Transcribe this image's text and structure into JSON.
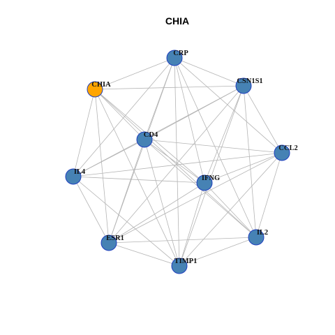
{
  "title": "CHIA",
  "colors": {
    "focus": "#FFA500",
    "node": "#4682B4",
    "edge": "#B4B4B4",
    "node_border": "#1F3FBF"
  },
  "nodes": [
    {
      "id": "CRP",
      "label": "CRP",
      "focus": false
    },
    {
      "id": "CHIA",
      "label": "CHIA",
      "focus": true
    },
    {
      "id": "CSN1S1",
      "label": "CSN1S1",
      "focus": false
    },
    {
      "id": "CD4",
      "label": "CD4",
      "focus": false
    },
    {
      "id": "CCL2",
      "label": "CCL2",
      "focus": false
    },
    {
      "id": "IL4",
      "label": "IL4",
      "focus": false
    },
    {
      "id": "IFNG",
      "label": "IFNG",
      "focus": false
    },
    {
      "id": "IL2",
      "label": "IL2",
      "focus": false
    },
    {
      "id": "ESR1",
      "label": "ESR1",
      "focus": false
    },
    {
      "id": "TIMP1",
      "label": "TIMP1",
      "focus": false
    }
  ],
  "edges": [
    [
      "CRP",
      "CHIA"
    ],
    [
      "CRP",
      "CSN1S1"
    ],
    [
      "CRP",
      "CD4"
    ],
    [
      "CRP",
      "CCL2"
    ],
    [
      "CRP",
      "IL4"
    ],
    [
      "CRP",
      "IFNG"
    ],
    [
      "CRP",
      "IL2"
    ],
    [
      "CRP",
      "ESR1"
    ],
    [
      "CRP",
      "TIMP1"
    ],
    [
      "CHIA",
      "CSN1S1"
    ],
    [
      "CHIA",
      "CD4"
    ],
    [
      "CHIA",
      "IFNG"
    ],
    [
      "CHIA",
      "IL2"
    ],
    [
      "CHIA",
      "IL4"
    ],
    [
      "CHIA",
      "ESR1"
    ],
    [
      "CHIA",
      "TIMP1"
    ],
    [
      "CSN1S1",
      "CD4"
    ],
    [
      "CSN1S1",
      "CCL2"
    ],
    [
      "CSN1S1",
      "IL4"
    ],
    [
      "CSN1S1",
      "IFNG"
    ],
    [
      "CSN1S1",
      "IL2"
    ],
    [
      "CSN1S1",
      "ESR1"
    ],
    [
      "CSN1S1",
      "TIMP1"
    ],
    [
      "CD4",
      "CCL2"
    ],
    [
      "CD4",
      "IL4"
    ],
    [
      "CD4",
      "IFNG"
    ],
    [
      "CD4",
      "IL2"
    ],
    [
      "CD4",
      "ESR1"
    ],
    [
      "CD4",
      "TIMP1"
    ],
    [
      "CCL2",
      "IL4"
    ],
    [
      "CCL2",
      "IFNG"
    ],
    [
      "CCL2",
      "IL2"
    ],
    [
      "CCL2",
      "ESR1"
    ],
    [
      "CCL2",
      "TIMP1"
    ],
    [
      "IL4",
      "IFNG"
    ],
    [
      "IL4",
      "ESR1"
    ],
    [
      "IL4",
      "TIMP1"
    ],
    [
      "IFNG",
      "IL2"
    ],
    [
      "IFNG",
      "ESR1"
    ],
    [
      "IFNG",
      "TIMP1"
    ],
    [
      "IL2",
      "ESR1"
    ],
    [
      "IL2",
      "TIMP1"
    ],
    [
      "ESR1",
      "TIMP1"
    ]
  ]
}
